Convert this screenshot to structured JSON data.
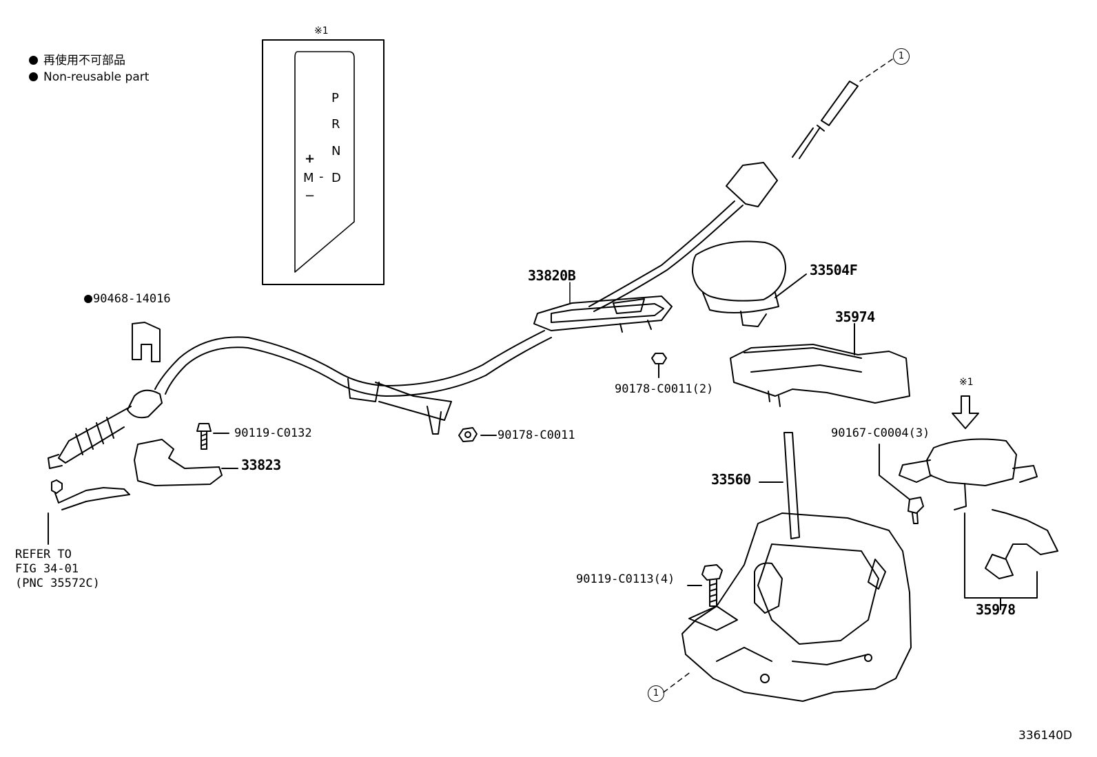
{
  "legend": {
    "line1": "再使用不可部品",
    "line2": "Non-reusable part"
  },
  "note_marker": "※1",
  "gate": {
    "p": "P",
    "r": "R",
    "n": "N",
    "d": "D",
    "m": "M",
    "plus": "+",
    "minus": "−",
    "dash": "-"
  },
  "callout_ref": "1",
  "parts": {
    "p90468": "90468-14016",
    "p33820B": "33820B",
    "p33504F": "33504F",
    "p35974": "35974",
    "p90178_2": "90178-C0011(2)",
    "p90119_c0132": "90119-C0132",
    "p90178": "90178-C0011",
    "p33823": "33823",
    "p90167": "90167-C0004(3)",
    "p33560": "33560",
    "p90119_c0113": "90119-C0113(4)",
    "p35978": "35978"
  },
  "refer": {
    "line1": "REFER TO",
    "line2": "FIG 34-01",
    "line3": "(PNC 35572C)"
  },
  "figure_id": "336140D"
}
